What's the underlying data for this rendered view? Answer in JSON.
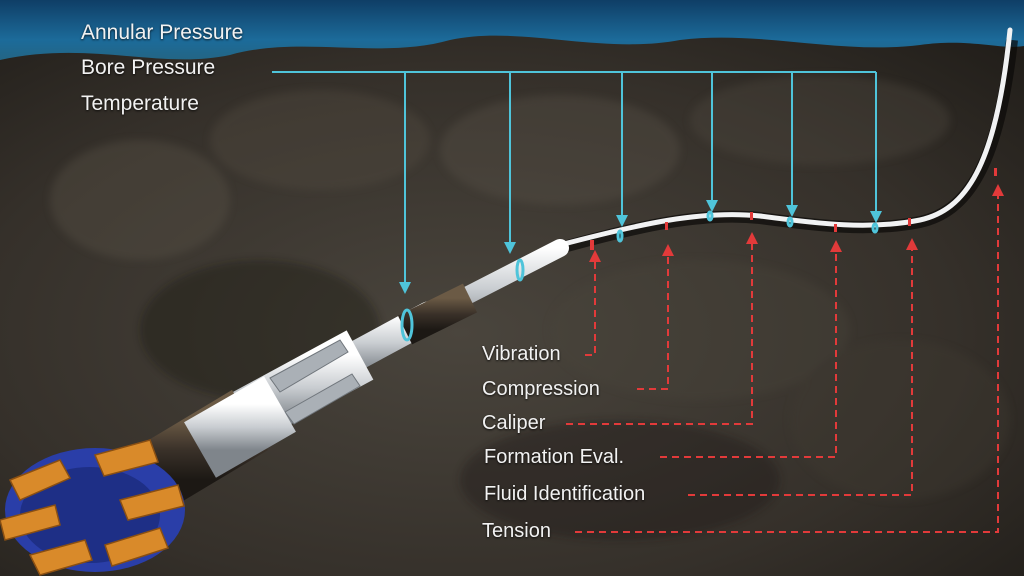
{
  "diagram": {
    "top_labels": [
      "Annular Pressure",
      "Bore Pressure",
      "Temperature"
    ],
    "bottom_labels": [
      "Vibration",
      "Compression",
      "Caliper",
      "Formation Eval.",
      "Fluid Identification",
      "Tension"
    ]
  },
  "colors": {
    "water": "#1a5e8c",
    "rock": "#3b3630",
    "pipe": "#e4e6e8",
    "cyan_line": "#4fc4da",
    "red_line": "#e23a3a",
    "bit_blue": "#2a3ea8",
    "bit_gold": "#d98a2a"
  }
}
